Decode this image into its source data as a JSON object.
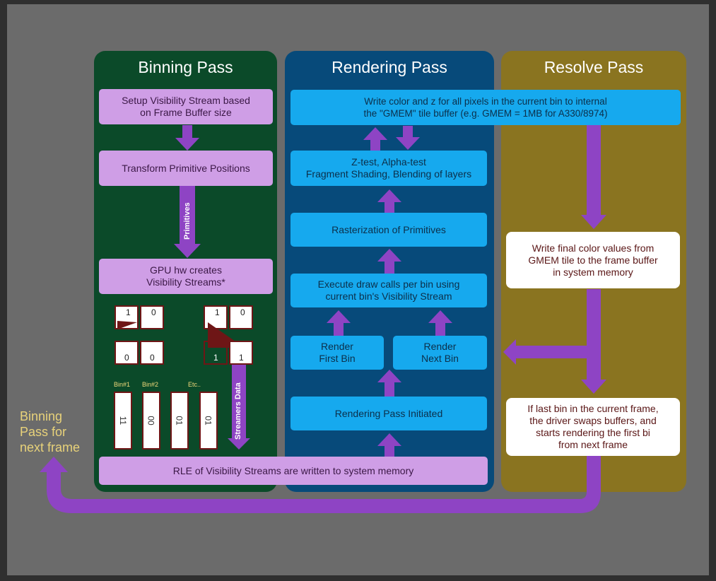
{
  "panels": {
    "binning": {
      "title": "Binning Pass",
      "color": "#0b4a29"
    },
    "rendering": {
      "title": "Rendering Pass",
      "color": "#074a7a"
    },
    "resolve": {
      "title": "Resolve Pass",
      "color": "#8a7420"
    }
  },
  "binning": {
    "setup": "Setup Visibility Stream based\non Frame Buffer size",
    "transform": "Transform Primitive Positions",
    "primitives_label": "Primitives",
    "gpu_streams": "GPU hw creates\nVisibility Streams*",
    "tiles_left": [
      "1",
      "0",
      "0",
      "0"
    ],
    "tiles_right": [
      "1",
      "0",
      "1",
      "1"
    ],
    "bin_labels": [
      "Bin#1",
      "Bin#2",
      "Etc.."
    ],
    "strips": [
      "11",
      "00",
      "01",
      "01"
    ],
    "streamers_label": "Streamers Data",
    "rle": "RLE of Visibility Streams are written to system memory"
  },
  "rendering": {
    "write_color": "Write color and z for all pixels in the current bin to internal\nthe \"GMEM\" tile buffer (e.g. GMEM = 1MB for A330/8974)",
    "ztest": "Z-test, Alpha-test\nFragment Shading, Blending of layers",
    "raster": "Rasterization of Primitives",
    "execute": "Execute draw calls per bin using\ncurrent bin's Visibility Stream",
    "first_bin": "Render\nFirst Bin",
    "next_bin": "Render\nNext Bin",
    "initiated": "Rendering Pass Initiated"
  },
  "resolve": {
    "write_final": "Write final color values from\nGMEM tile to the frame buffer\nin system memory",
    "last_bin": "If last bin in the current frame,\nthe driver swaps buffers, and\nstarts rendering the first bi\nfrom next frame"
  },
  "side_note": "Binning\nPass for\nnext frame",
  "colors": {
    "arrow": "#8e44c4",
    "triangle": "#6e1616"
  }
}
